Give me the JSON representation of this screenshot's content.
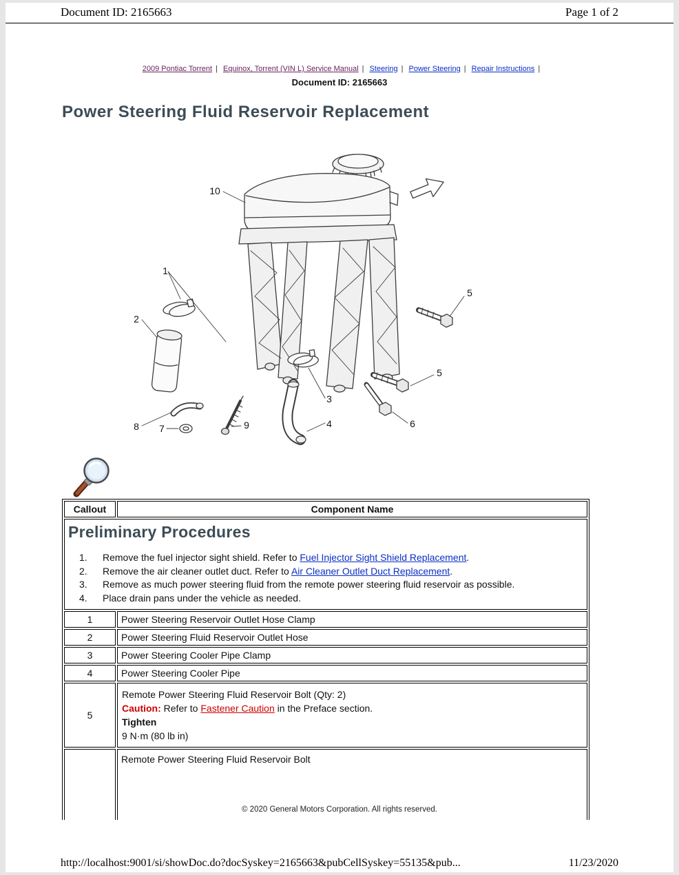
{
  "colors": {
    "heading": "#3d4c56",
    "link_blue": "#0b2fc4",
    "link_visited": "#6a235f",
    "caution_red": "#cc0000",
    "frame_bg": "#e6e6e6",
    "page_bg": "#ffffff"
  },
  "print_header": {
    "doc_id": "Document ID: 2165663",
    "page_number": "Page 1 of 2"
  },
  "breadcrumb": {
    "separator": "|",
    "items": [
      {
        "label": "2009 Pontiac Torrent"
      },
      {
        "label": "Equinox, Torrent (VIN L) Service Manual"
      },
      {
        "label": "Steering"
      },
      {
        "label": "Power Steering"
      },
      {
        "label": "Repair Instructions"
      }
    ],
    "doc_id": "Document ID: 2165663"
  },
  "title": "Power Steering Fluid Reservoir Replacement",
  "icons": {
    "zoom": "magnifying-glass"
  },
  "diagram": {
    "callouts": [
      "10",
      "1",
      "2",
      "8",
      "7",
      "9",
      "3",
      "4",
      "5",
      "5",
      "6"
    ]
  },
  "table": {
    "headers": [
      "Callout",
      "Component Name"
    ],
    "preliminary": {
      "heading": "Preliminary Procedures",
      "steps": [
        {
          "num": "1.",
          "pre": "Remove the fuel injector sight shield. Refer to ",
          "link": "Fuel Injector Sight Shield Replacement",
          "post": "."
        },
        {
          "num": "2.",
          "pre": "Remove the air cleaner outlet duct. Refer to ",
          "link": "Air Cleaner Outlet Duct Replacement",
          "post": "."
        },
        {
          "num": "3.",
          "pre": "Remove as much power steering fluid from the remote power steering fluid reservoir as possible.",
          "link": "",
          "post": ""
        },
        {
          "num": "4.",
          "pre": "Place drain pans under the vehicle as needed.",
          "link": "",
          "post": ""
        }
      ]
    },
    "rows": [
      {
        "callout": "1",
        "name": "Power Steering Reservoir Outlet Hose Clamp"
      },
      {
        "callout": "2",
        "name": "Power Steering Fluid Reservoir Outlet Hose"
      },
      {
        "callout": "3",
        "name": "Power Steering Cooler Pipe Clamp"
      },
      {
        "callout": "4",
        "name": "Power Steering Cooler Pipe"
      }
    ],
    "row5": {
      "callout": "5",
      "line1": "Remote Power Steering Fluid Reservoir Bolt (Qty: 2)",
      "caution_label": "Caution:",
      "caution_pre": " Refer to ",
      "caution_link": "Fastener Caution",
      "caution_post": " in the Preface section.",
      "tighten_label": "Tighten",
      "torque": "9 N·m (80 lb in)"
    },
    "row6": {
      "callout": "",
      "name": "Remote Power Steering Fluid Reservoir Bolt"
    }
  },
  "footer": {
    "copyright": "© 2020 General Motors Corporation.  All rights reserved.",
    "url": "http://localhost:9001/si/showDoc.do?docSyskey=2165663&pubCellSyskey=55135&pub...",
    "date": "11/23/2020"
  }
}
